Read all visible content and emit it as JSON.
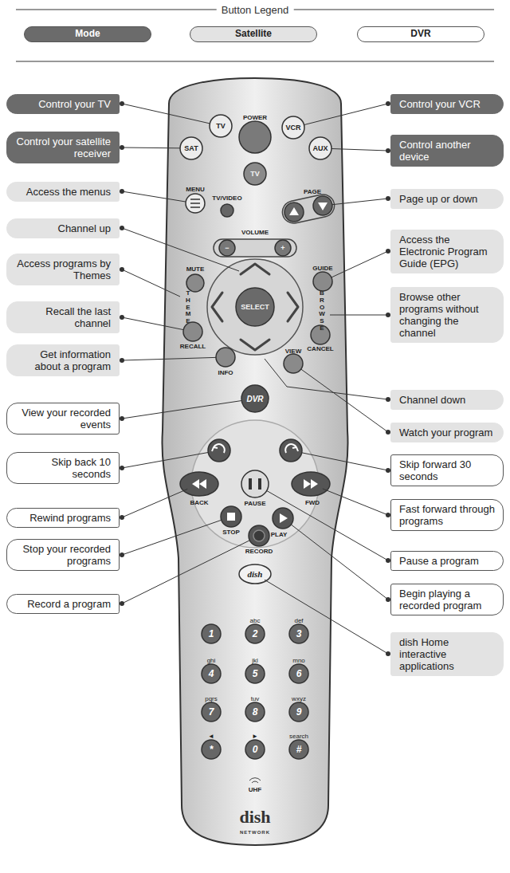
{
  "diagram": {
    "title": "Button Legend",
    "nodes": [
      {
        "text": [
          "Control your TV"
        ]
      },
      {
        "text": [
          "Control your satellite receiver"
        ]
      },
      {
        "text": [
          "Access the menus"
        ]
      },
      {
        "text": [
          "Channel up"
        ]
      },
      {
        "text": [
          "Access programs by Themes"
        ]
      },
      {
        "text": [
          "Recall the last channel"
        ]
      },
      {
        "text": [
          "Get information about a program"
        ]
      },
      {
        "text": [
          "View your recorded events"
        ]
      },
      {
        "text": [
          "Skip back 10 seconds"
        ]
      },
      {
        "text": [
          "Rewind programs"
        ]
      },
      {
        "text": [
          "Stop your recorded programs"
        ]
      },
      {
        "text": [
          "Record a program"
        ]
      },
      {
        "text": [
          "Control your VCR"
        ]
      },
      {
        "text": [
          "Control another device"
        ]
      },
      {
        "text": [
          "Page up or down"
        ]
      },
      {
        "text": [
          "Access the Electronic Program Guide (EPG)"
        ]
      },
      {
        "text": [
          "Browse other programs without changing the channel"
        ]
      },
      {
        "text": [
          "Channel down"
        ]
      },
      {
        "text": [
          "Watch your program"
        ]
      },
      {
        "text": [
          "Skip forward 30 seconds"
        ]
      },
      {
        "text": [
          "Fast forward through programs"
        ]
      },
      {
        "text": [
          "Pause a program"
        ]
      },
      {
        "text": [
          "Begin playing a recorded program"
        ]
      },
      {
        "text": [
          "dish Home interactive applications"
        ]
      }
    ],
    "labels": [
      "POWER",
      "TV",
      "SAT",
      "VCR",
      "AUX",
      "TV",
      "TV/VIDEO",
      "MENU",
      "PAGE",
      "VOLUME",
      "−",
      "+",
      "MUTE",
      "GUIDE",
      "SELECT",
      "THEME",
      "BROWSE",
      "RECALL",
      "CANCEL",
      "INFO",
      "VIEW",
      "DVR",
      "BACK",
      "PAUSE",
      "FWD",
      "STOP",
      "RECORD",
      "PLAY",
      "dish",
      "1",
      "abc",
      "2",
      "def",
      "3",
      "ghi",
      "4",
      "jkl",
      "5",
      "mno",
      "6",
      "pqrs",
      "7",
      "tuv",
      "8",
      "wxyz",
      "9",
      "◄",
      "*",
      "►",
      "0",
      "search",
      "#",
      "UHF",
      "dish",
      "NETWORK"
    ],
    "legend": [
      {
        "text": "Mode",
        "color": "#6b6b6b"
      },
      {
        "text": "Satellite",
        "color": "#e3e3e3"
      },
      {
        "text": "DVR",
        "color": "#ffffff"
      }
    ]
  }
}
